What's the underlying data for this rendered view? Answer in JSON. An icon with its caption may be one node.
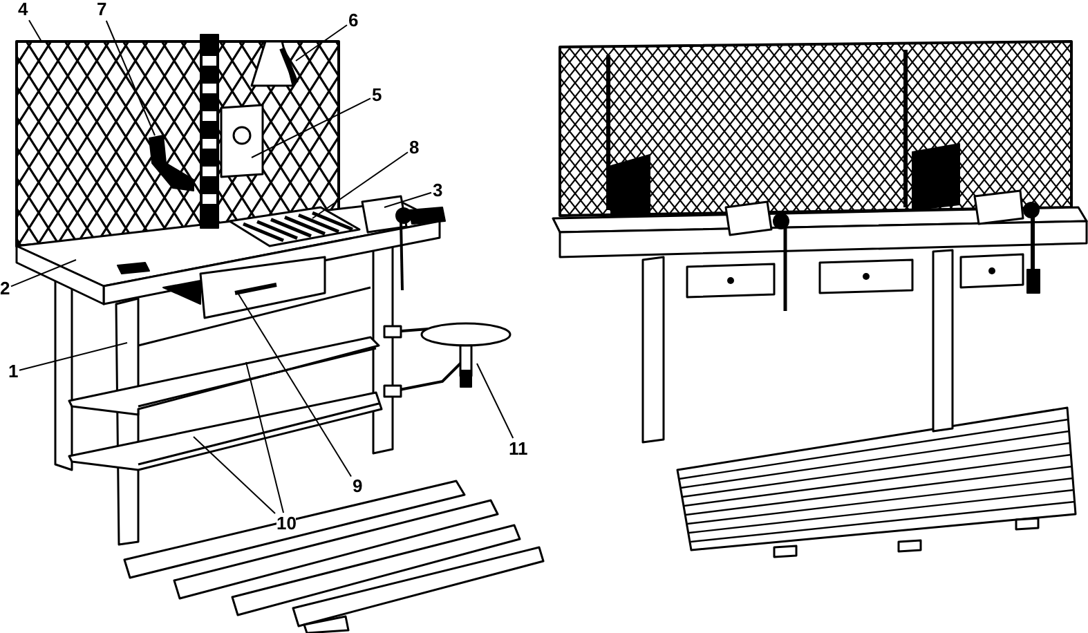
{
  "diagram": {
    "nodes": [
      {
        "text": [
          "4"
        ]
      },
      {
        "text": [
          "7"
        ]
      },
      {
        "text": [
          "6"
        ]
      },
      {
        "text": [
          "5"
        ]
      },
      {
        "text": [
          "8"
        ]
      },
      {
        "text": [
          "3"
        ]
      },
      {
        "text": [
          "2"
        ]
      },
      {
        "text": [
          "1"
        ]
      },
      {
        "text": [
          "11"
        ]
      },
      {
        "text": [
          "9"
        ]
      },
      {
        "text": [
          "10"
        ]
      }
    ],
    "edges": [
      {
        "from": 0,
        "to": null,
        "arrow": "none"
      },
      {
        "from": 1,
        "to": null,
        "arrow": "none"
      },
      {
        "from": 2,
        "to": null,
        "arrow": "none"
      },
      {
        "from": 3,
        "to": null,
        "arrow": "none"
      },
      {
        "from": 4,
        "to": null,
        "arrow": "none"
      },
      {
        "from": 5,
        "to": null,
        "arrow": "none"
      },
      {
        "from": 6,
        "to": null,
        "arrow": "none"
      },
      {
        "from": 7,
        "to": null,
        "arrow": "none"
      },
      {
        "from": 8,
        "to": null,
        "arrow": "none"
      },
      {
        "from": 9,
        "to": null,
        "arrow": "none"
      },
      {
        "from": 10,
        "to": null,
        "arrow": "none"
      },
      {
        "from": 10,
        "to": null,
        "arrow": "none"
      }
    ]
  }
}
